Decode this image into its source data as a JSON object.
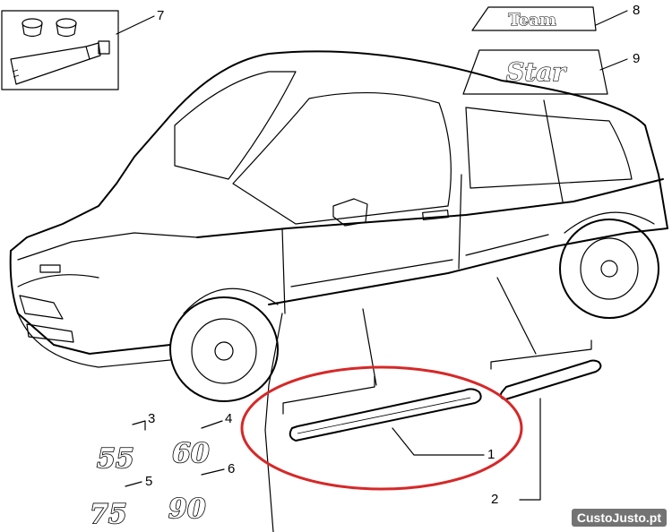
{
  "callouts": {
    "c1": "1",
    "c2": "2",
    "c3": "3",
    "c4": "4",
    "c5": "5",
    "c6": "6",
    "c7": "7",
    "c8": "8",
    "c9": "9"
  },
  "badges": {
    "b55": "55",
    "b60": "60",
    "b75": "75",
    "b90": "90"
  },
  "emblems": {
    "team": "Team",
    "star": "Star"
  },
  "watermark": "CustoJusto.pt",
  "highlight_color": "#d62828"
}
